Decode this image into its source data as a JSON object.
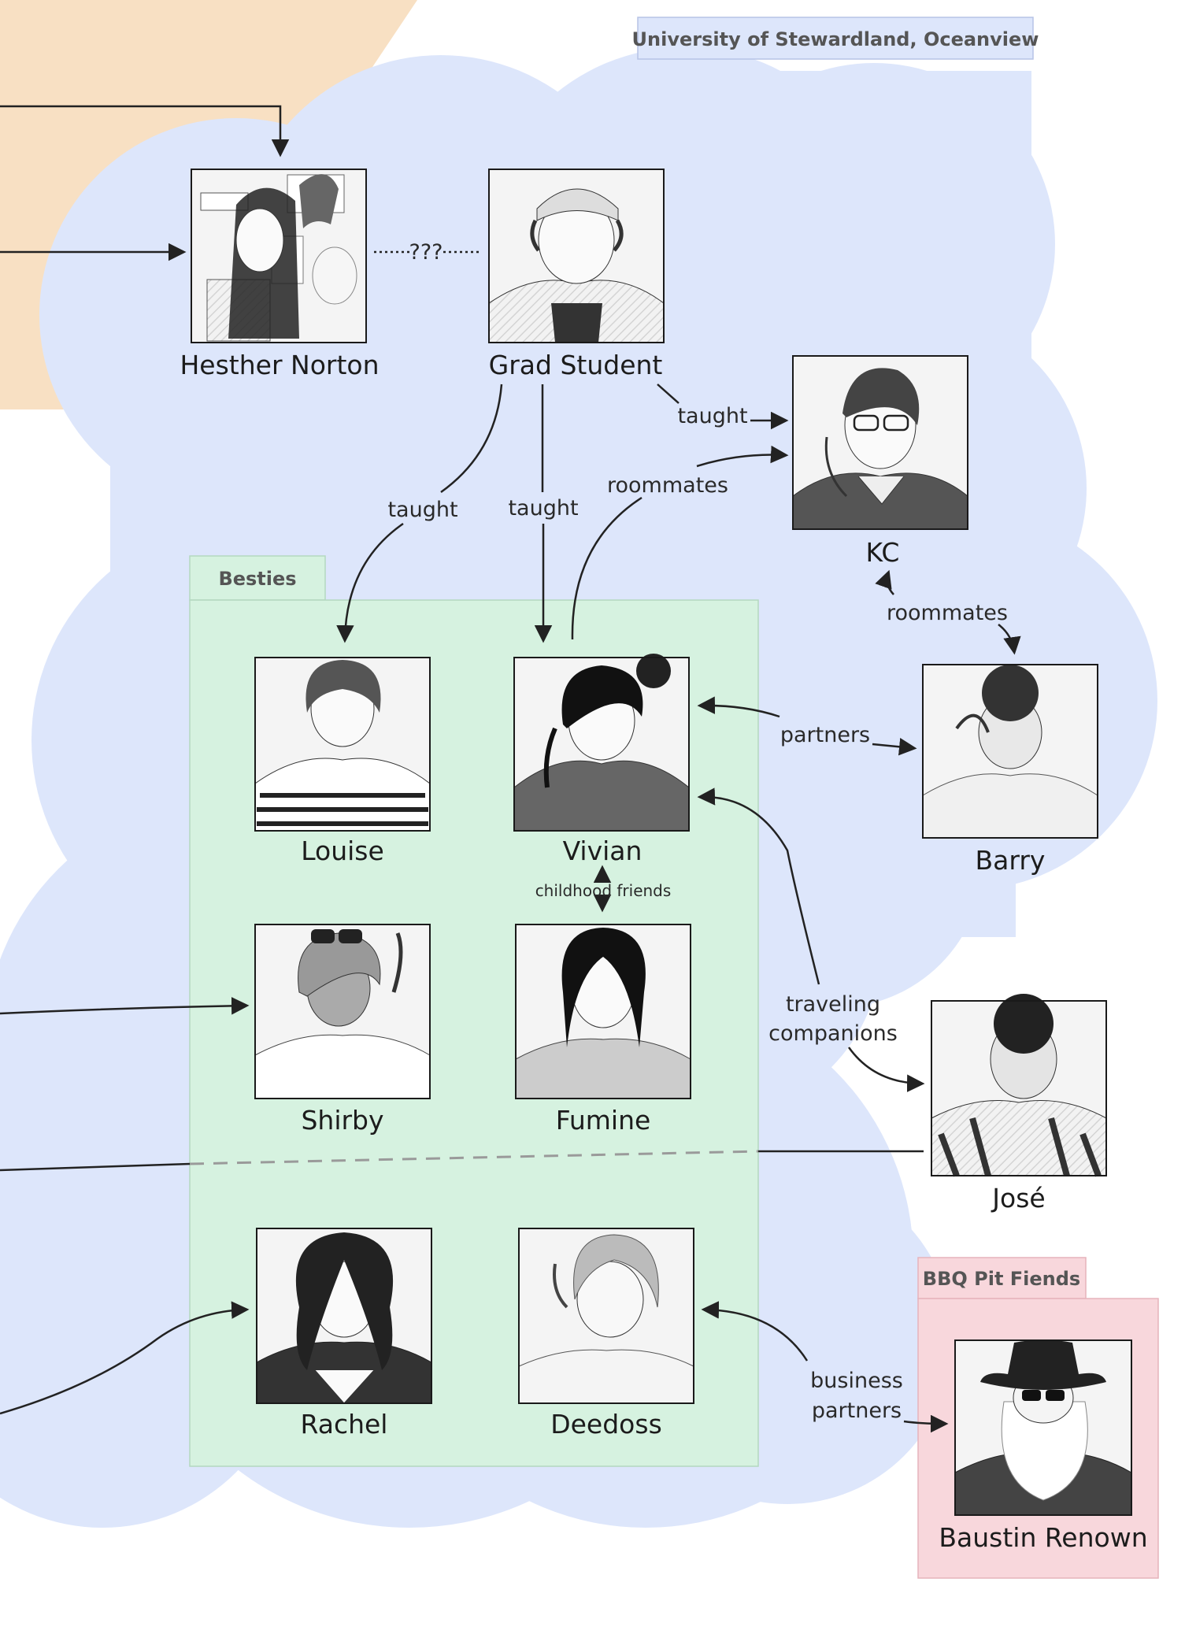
{
  "colors": {
    "university_cloud": "#dde6fb",
    "besties_box": "#d6f2e0",
    "besties_border": "#b4d8c0",
    "bbq_box": "#f8d7dc",
    "bbq_border": "#e6b3bb",
    "outside_region": "#f8e0c3",
    "university_tab": "#dde6fb",
    "arrow": "#222222",
    "dashed_divider": "#9a9a9a"
  },
  "groups": {
    "university": "University of Stewardland, Oceanview",
    "besties": "Besties",
    "bbq": "BBQ Pit Fiends"
  },
  "people": {
    "hesther": "Hesther Norton",
    "grad": "Grad Student",
    "kc": "KC",
    "louise": "Louise",
    "vivian": "Vivian",
    "barry": "Barry",
    "shirby": "Shirby",
    "fumine": "Fumine",
    "jose": "José",
    "rachel": "Rachel",
    "deedoss": "Deedoss",
    "baustin": "Baustin Renown"
  },
  "edges": {
    "unknown": "???",
    "taught_kc": "taught",
    "taught_louise": "taught",
    "taught_vivian": "taught",
    "roommates_vivian_kc": "roommates",
    "roommates_kc_barry": "roommates",
    "partners": "partners",
    "childhood": "childhood friends",
    "traveling_1": "traveling",
    "traveling_2": "companions",
    "business_1": "business",
    "business_2": "partners"
  }
}
